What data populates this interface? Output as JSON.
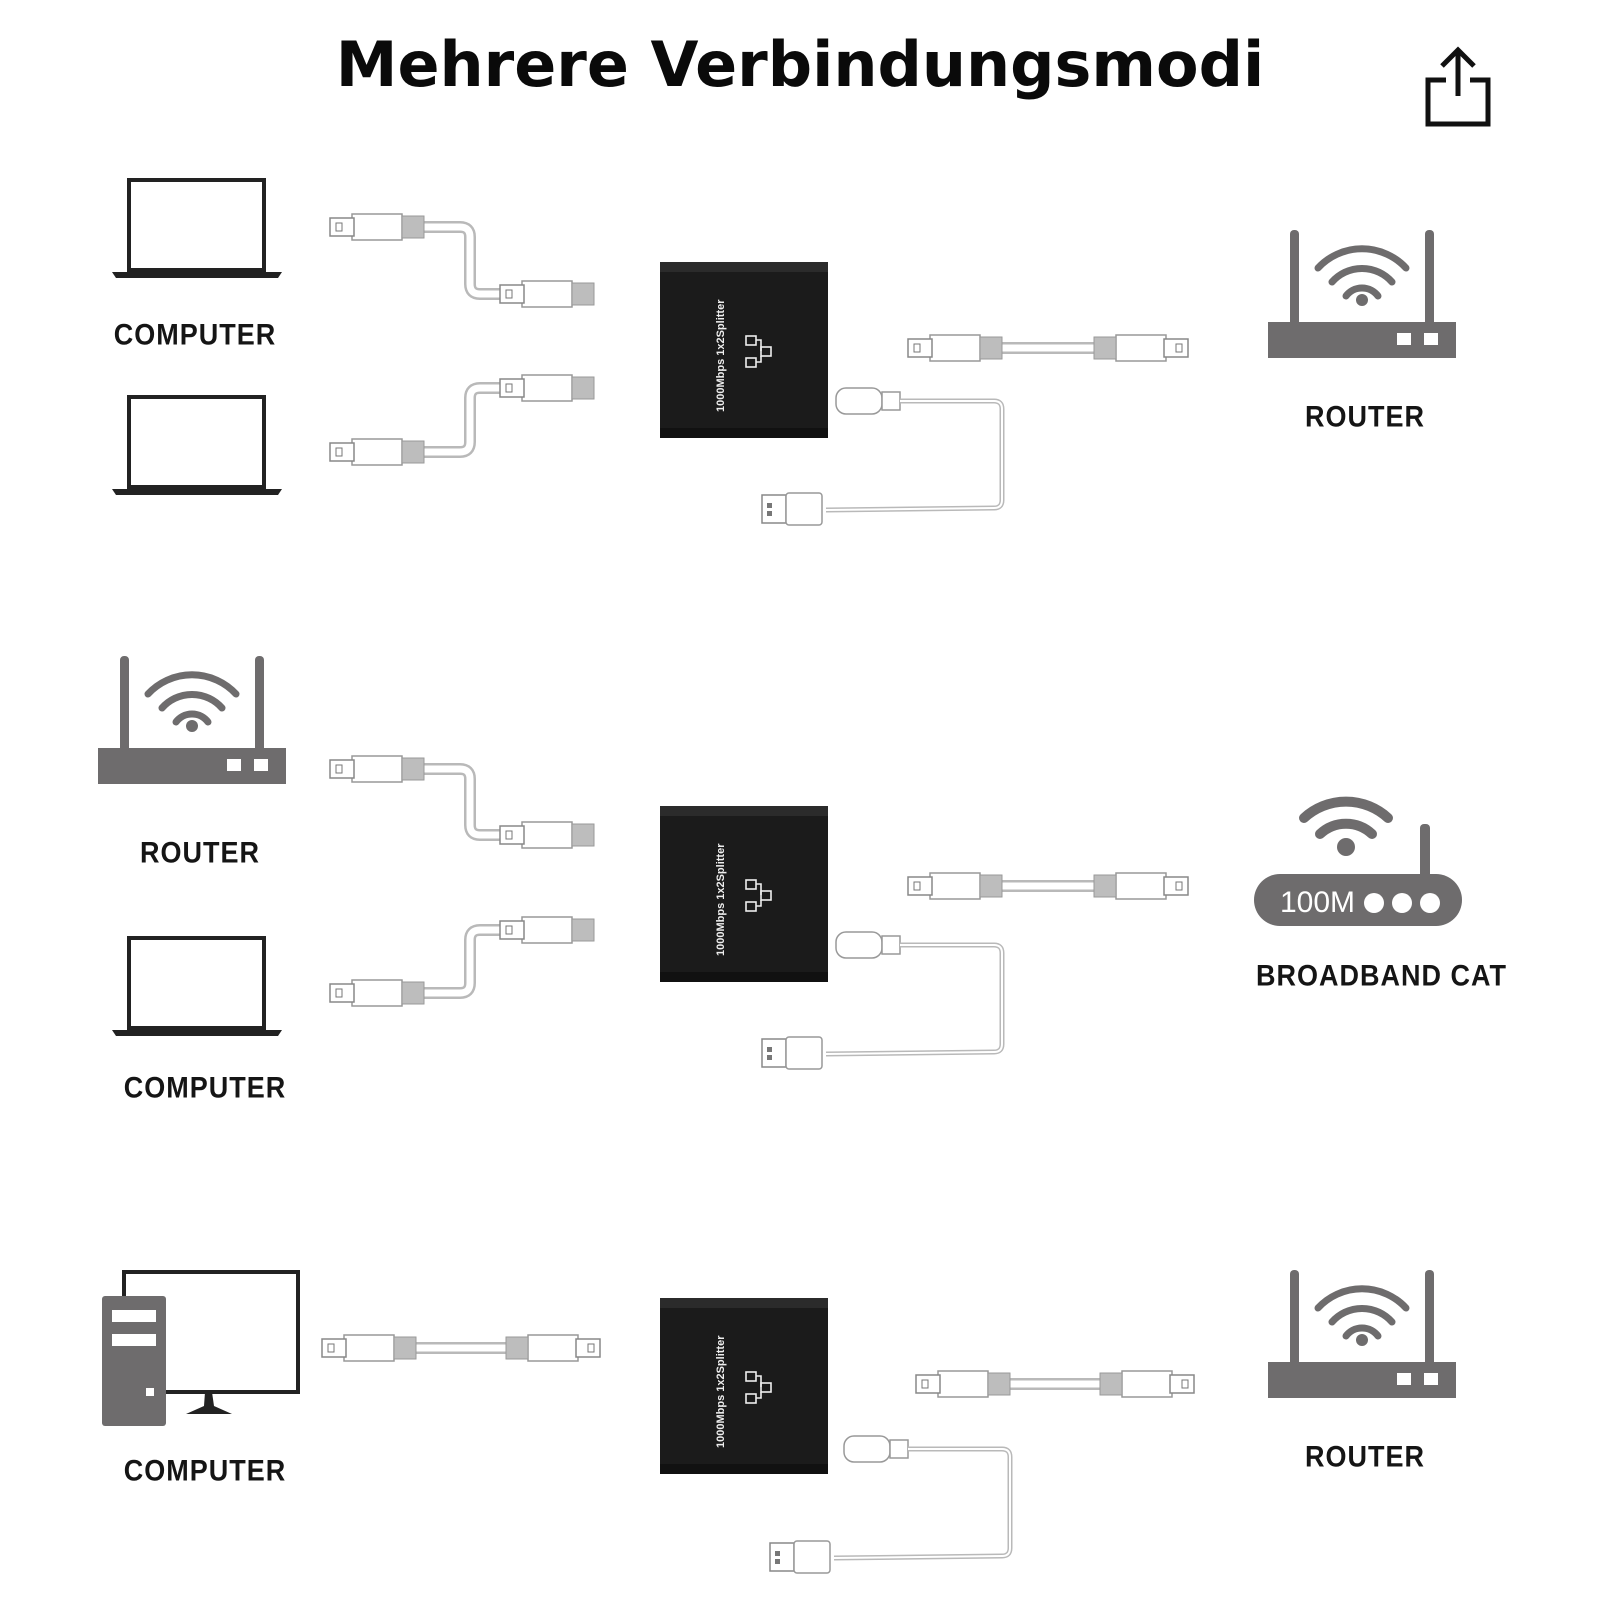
{
  "title": "Mehrere Verbindungsmodi",
  "share_icon": "share-icon",
  "splitter_label": "1000Mbps 1x2Splitter",
  "modem_speed": "100M",
  "colors": {
    "device_gray": "#6e6c6d",
    "splitter_black": "#1b1b1b",
    "cable_gray": "#b9b9b9",
    "text_black": "#151515"
  },
  "modes": [
    {
      "left_labels": [
        "COMPUTER"
      ],
      "right_label": "ROUTER"
    },
    {
      "left_labels": [
        "ROUTER",
        "COMPUTER"
      ],
      "right_label": "BROADBAND CAT"
    },
    {
      "left_labels": [
        "COMPUTER"
      ],
      "right_label": "ROUTER"
    }
  ]
}
